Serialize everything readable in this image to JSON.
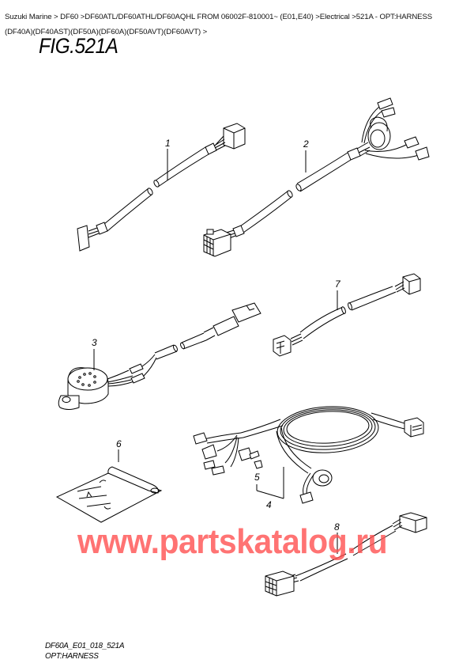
{
  "breadcrumb": {
    "line1": "Suzuki Marine > DF60 >DF60ATL/DF60ATHL/DF60AQHL FROM 06002F-810001~ (E01,E40) >Electrical >521A - OPT:HARNESS",
    "line2": "(DF40A)(DF40AST)(DF50A)(DF60A)(DF50AVT)(DF60AVT) >",
    "items": [
      "Suzuki Marine",
      "DF60",
      "DF60ATL/DF60ATHL/DF60AQHL FROM 06002F-810001~ (E01,E40)",
      "Electrical",
      "521A - OPT:HARNESS (DF40A)(DF40AST)(DF50A)(DF60A)(DF50AVT)(DF60AVT)"
    ]
  },
  "figure": {
    "title": "FIG.521A",
    "code": "DF60A_E01_018_521A",
    "caption": "OPT:HARNESS"
  },
  "callouts": [
    {
      "num": "1",
      "part": "harness-cable"
    },
    {
      "num": "2",
      "part": "harness-with-grommet"
    },
    {
      "num": "3",
      "part": "buzzer"
    },
    {
      "num": "4",
      "part": "main-harness-assembly"
    },
    {
      "num": "5",
      "part": "clip"
    },
    {
      "num": "6",
      "part": "instruction-sheet"
    },
    {
      "num": "7",
      "part": "extension-harness-4pin"
    },
    {
      "num": "8",
      "part": "extension-harness-8pin"
    }
  ],
  "watermark": "www.partskatalog.ru",
  "colors": {
    "watermark": "#ff5555",
    "line": "#000000",
    "background": "#ffffff"
  }
}
